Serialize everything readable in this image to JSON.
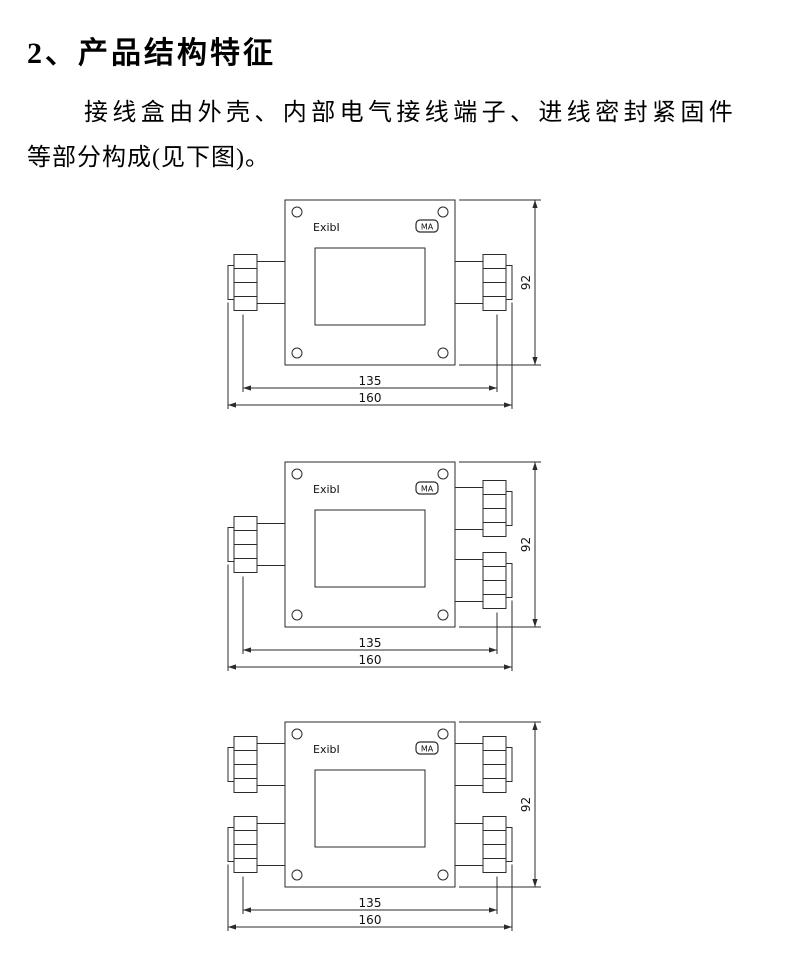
{
  "page": {
    "heading": "2、产品结构特征",
    "paragraph": {
      "line1": "接线盒由外壳、内部电气接线端子、进线密封紧固件",
      "line2": "等部分构成(见下图)。"
    }
  },
  "diagram_defaults": {
    "box_label": "ExibI",
    "badge_label": "MA",
    "dim_inner_width": "135",
    "dim_outer_width": "160",
    "dim_height": "92",
    "line_color": "#2b2b2b"
  },
  "diagrams": [
    {
      "name": "two-way-junction-box",
      "left_gland_offsets": [
        0
      ],
      "right_gland_offsets": [
        0
      ]
    },
    {
      "name": "three-way-junction-box",
      "left_gland_offsets": [
        0
      ],
      "right_gland_offsets": [
        -36,
        36
      ]
    },
    {
      "name": "four-way-junction-box",
      "left_gland_offsets": [
        -40,
        40
      ],
      "right_gland_offsets": [
        -40,
        40
      ]
    }
  ]
}
